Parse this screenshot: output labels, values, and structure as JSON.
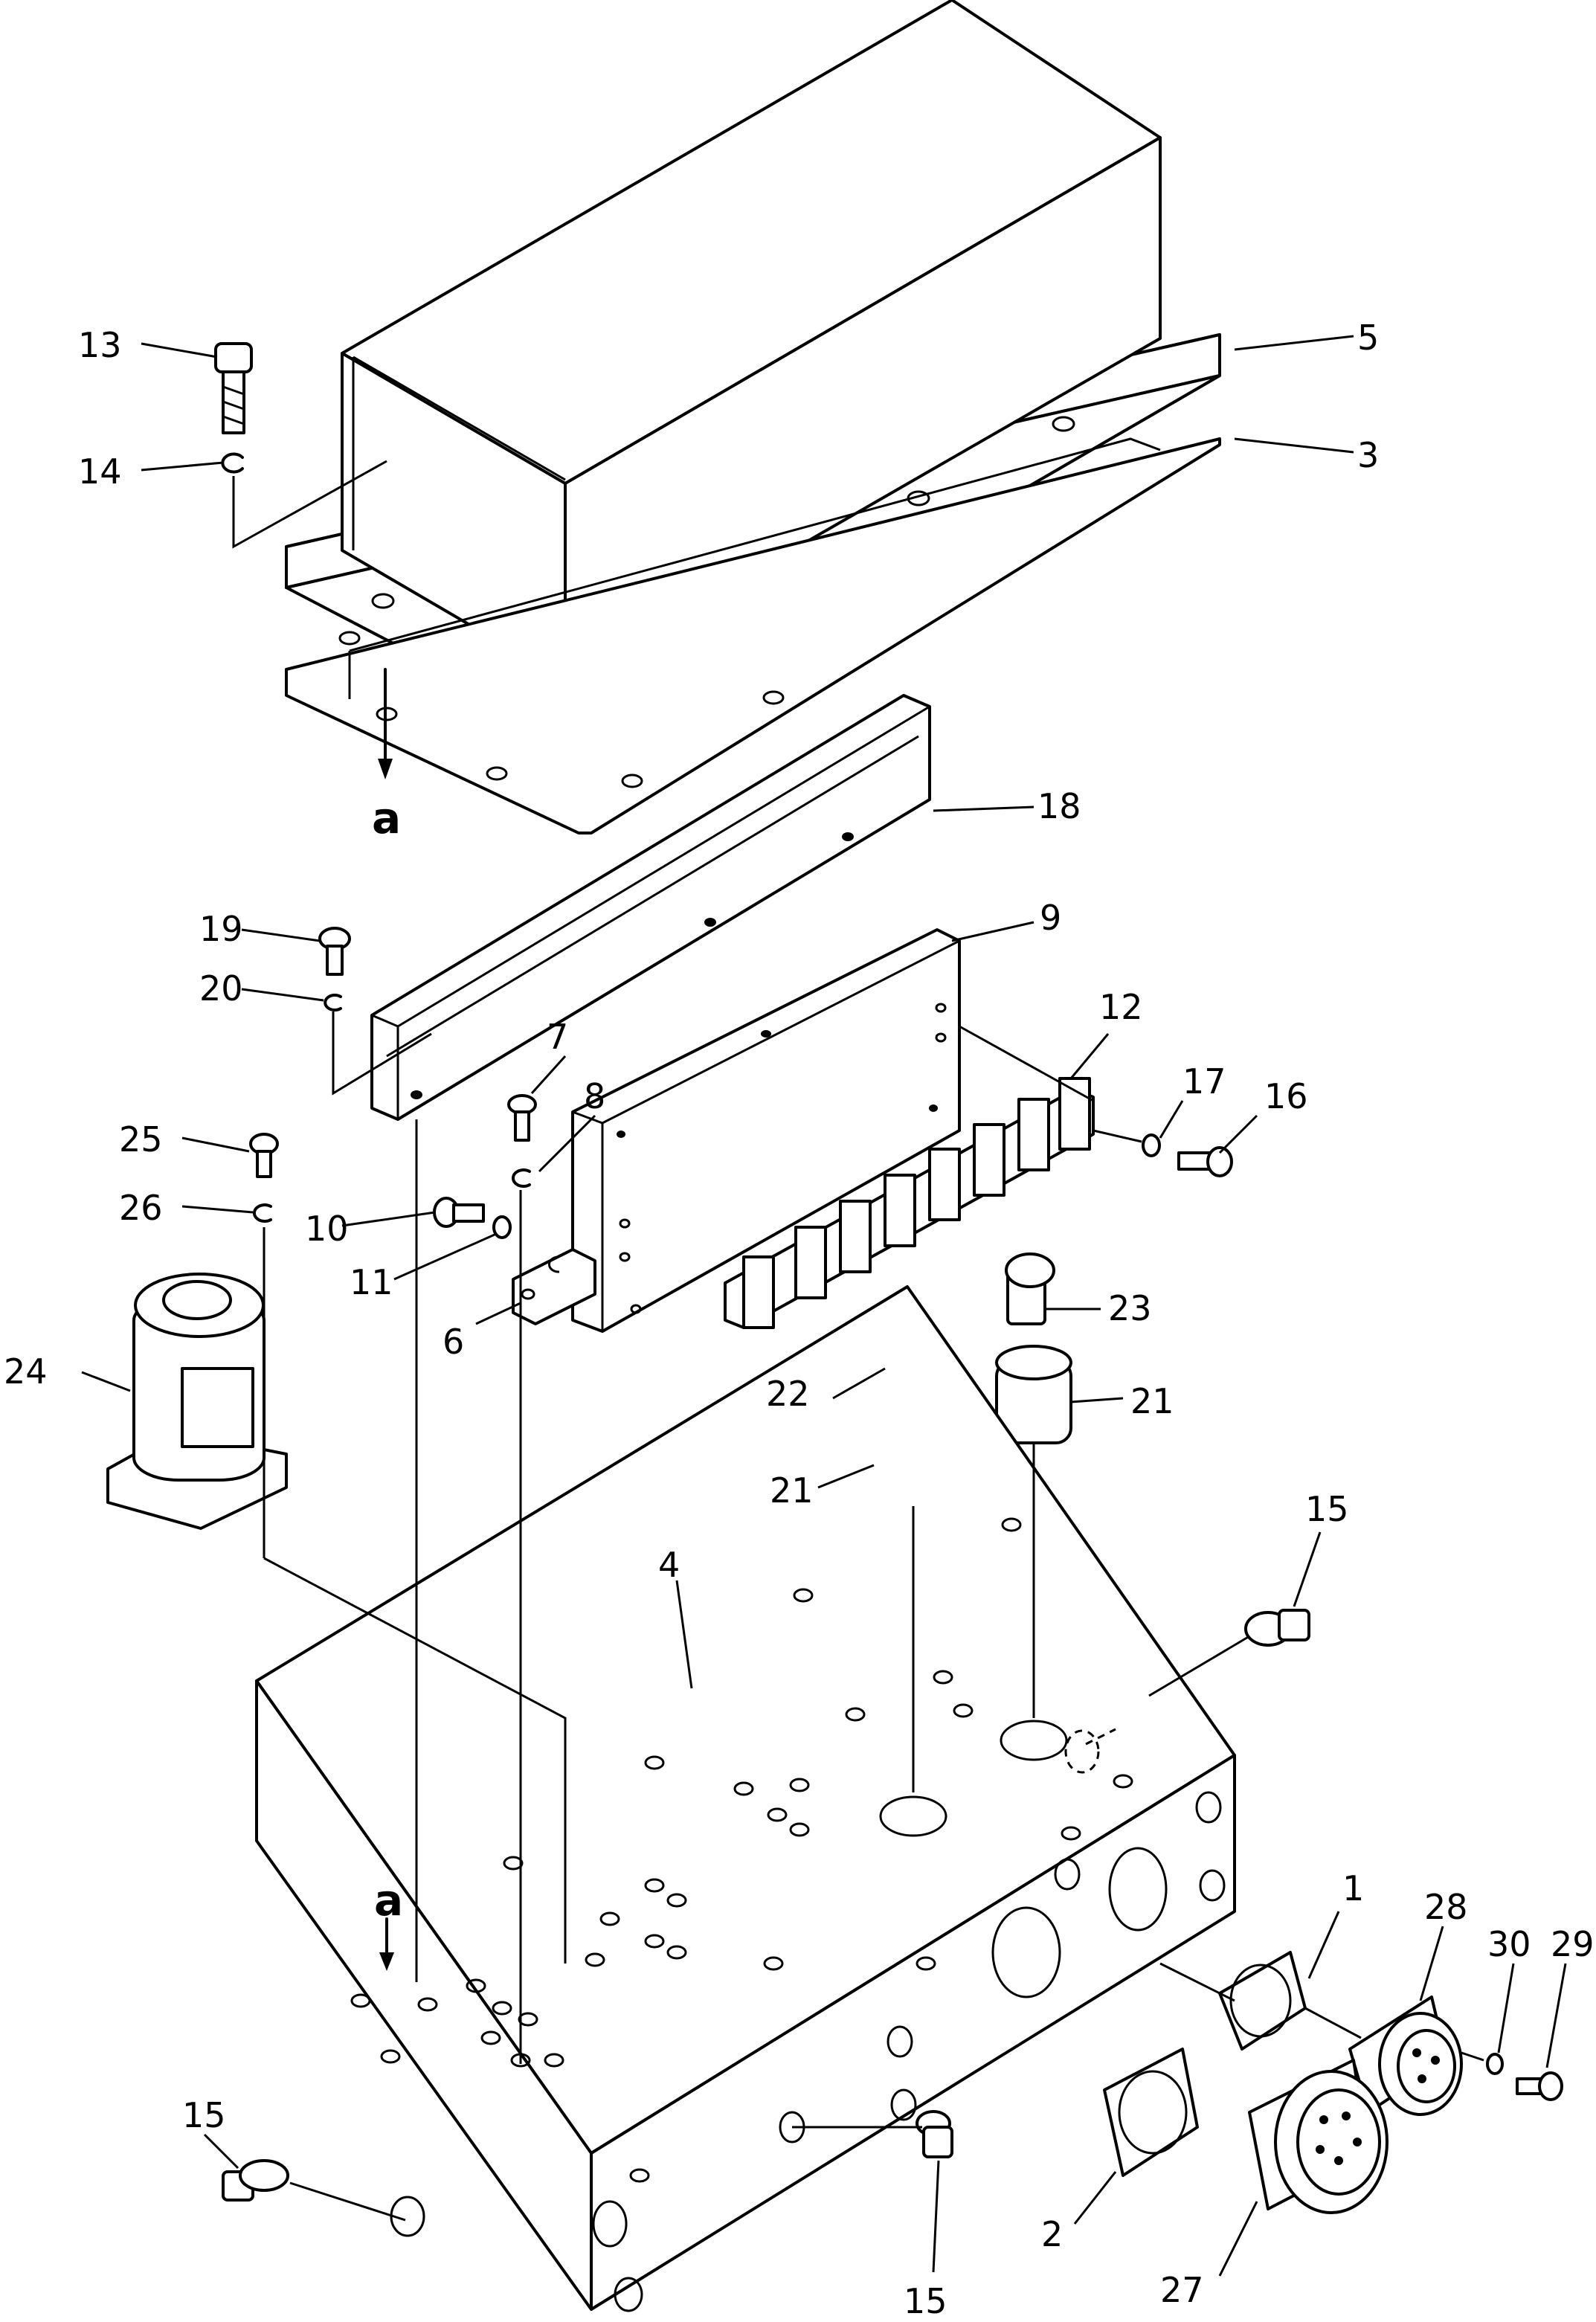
{
  "labels": {
    "p1": "1",
    "p2": "2",
    "p3": "3",
    "p4": "4",
    "p5": "5",
    "p6": "6",
    "p7": "7",
    "p8": "8",
    "p9": "9",
    "p10": "10",
    "p11": "11",
    "p12": "12",
    "p13": "13",
    "p14": "14",
    "p15a": "15",
    "p15b": "15",
    "p15c": "15",
    "p16": "16",
    "p17": "17",
    "p18": "18",
    "p19": "19",
    "p20": "20",
    "p21a": "21",
    "p21b": "21",
    "p22": "22",
    "p23": "23",
    "p24": "24",
    "p25": "25",
    "p26": "26",
    "p27": "27",
    "p28": "28",
    "p29": "29",
    "p30": "30",
    "ref_top": "a",
    "ref_bottom": "a"
  }
}
